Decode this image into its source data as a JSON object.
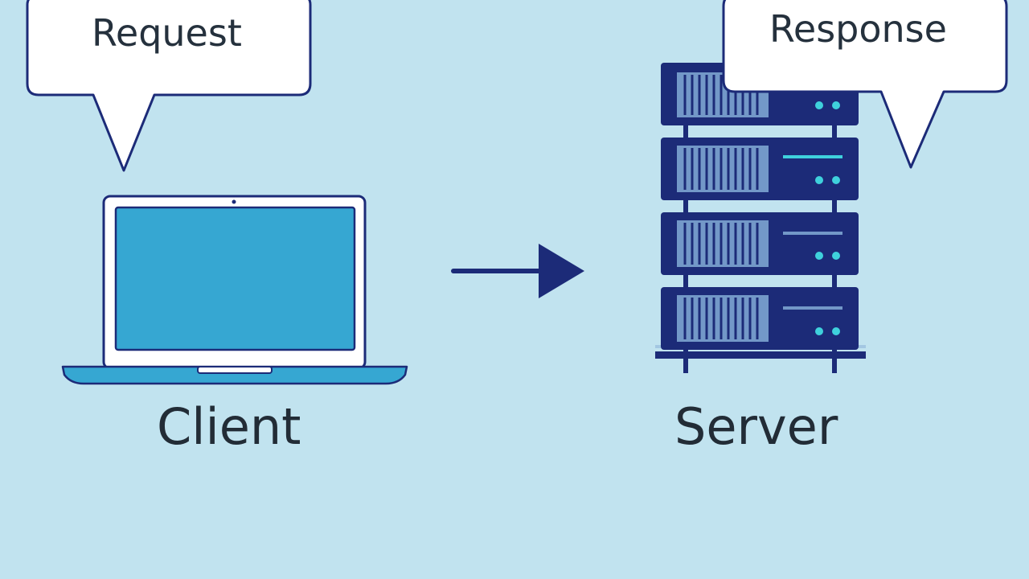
{
  "labels": {
    "request": "Request",
    "response": "Response",
    "client": "Client",
    "server": "Server"
  },
  "colors": {
    "background": "#c1e3ef",
    "navy": "#1c2b78",
    "screen": "#36a7d2",
    "accent": "#3fd1dc",
    "text": "#222c36"
  },
  "icons": {
    "client": "laptop-icon",
    "server": "server-rack-icon",
    "flow": "arrow-right-icon"
  }
}
